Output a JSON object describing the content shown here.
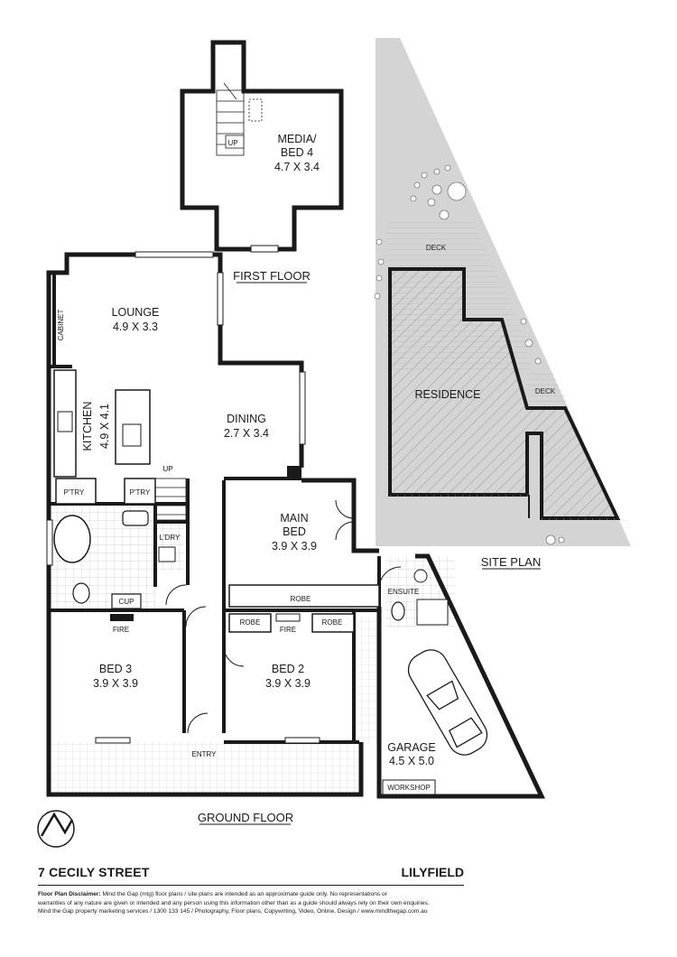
{
  "rooms": {
    "media": {
      "name_line1": "MEDIA/",
      "name_line2": "BED 4",
      "size": "4.7 X 3.4"
    },
    "lounge": {
      "name": "LOUNGE",
      "size": "4.9 X 3.3"
    },
    "kitchen": {
      "name": "KITCHEN",
      "size": "4.9 X 4.1"
    },
    "dining": {
      "name": "DINING",
      "size": "2.7 X 3.4"
    },
    "main_bed": {
      "name_line1": "MAIN",
      "name_line2": "BED",
      "size": "3.9 X 3.9"
    },
    "bed3": {
      "name": "BED 3",
      "size": "3.9 X 3.9"
    },
    "bed2": {
      "name": "BED 2",
      "size": "3.9 X 3.9"
    },
    "garage": {
      "name": "GARAGE",
      "size": "4.5 X 5.0"
    },
    "residence": {
      "name": "RESIDENCE"
    }
  },
  "small_labels": {
    "cabinet": "CABINET",
    "ptry1": "P'TRY",
    "ptry2": "P'TRY",
    "up1": "UP",
    "up2": "UP",
    "ldry": "L'DRY",
    "cup": "CUP",
    "fire1": "FIRE",
    "fire2": "FIRE",
    "robe_main": "ROBE",
    "robe1": "ROBE",
    "robe2": "ROBE",
    "ensuite": "ENSUITE",
    "entry": "ENTRY",
    "workshop": "WORKSHOP",
    "deck1": "DECK",
    "deck2": "DECK"
  },
  "floor_labels": {
    "first_floor": "FIRST FLOOR",
    "ground_floor": "GROUND FLOOR",
    "site_plan": "SITE PLAN"
  },
  "footer": {
    "address": "7 CECILY STREET",
    "suburb": "LILYFIELD",
    "disclaimer_title": "Floor Plan Disclaimer:",
    "disclaimer_line1": "Mind the Gap (mtg) floor plans / site plans are intended as an approximate guide only. No representations or",
    "disclaimer_line2": "warranties of any nature are given or intended and any person using this information other than as a guide should always rely on their own enquiries.",
    "disclaimer_line3": "Mind the Gap property marketing services / 1300 133 145 / Photography, Floor plans, Copywriting, Video, Online, Design / www.mindthegap.com.au"
  },
  "colors": {
    "wall": "#1a1a1a",
    "hatch": "#9a9a9a",
    "site_fill": "#d4d4d4"
  }
}
